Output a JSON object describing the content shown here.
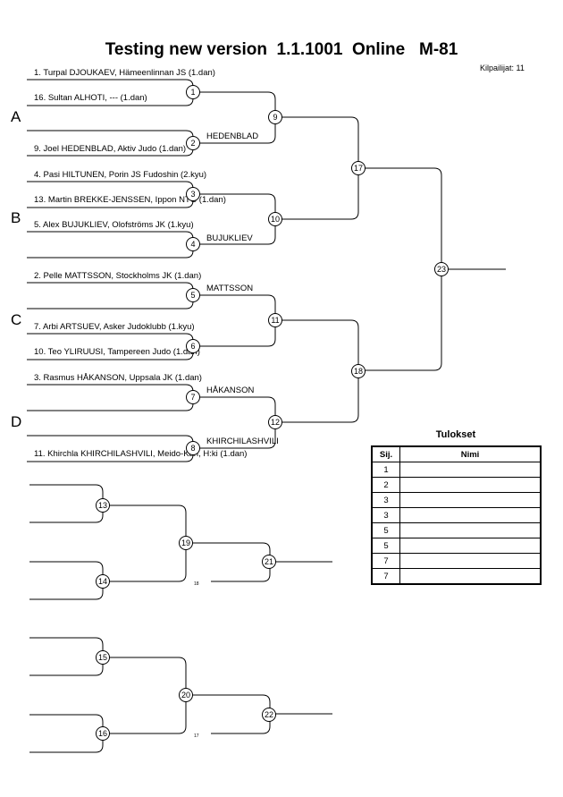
{
  "header": {
    "title": "Testing new version  1.1.1001  Online   M-81",
    "competitors": "Kilpailijat: 11"
  },
  "pools": [
    "A",
    "B",
    "C",
    "D"
  ],
  "competitors": [
    "1. Turpal DJOUKAEV, Hämeenlinnan JS (1.dan)",
    "16. Sultan ALHOTI, --- (1.dan)",
    "9. Joel HEDENBLAD, Aktiv Judo (1.dan)",
    "4. Pasi HILTUNEN, Porin JS Fudoshin (2.kyu)",
    "13. Martin BREKKE-JENSSEN, Ippon NTG (1.dan)",
    "5. Alex BUJUKLIEV, Olofströms JK (1.kyu)",
    "2. Pelle MATTSSON, Stockholms JK (1.dan)",
    "7. Arbi ARTSUEV, Asker Judoklubb (1.kyu)",
    "10. Teo YLIRUUSI, Tampereen Judo (1.dan)",
    "3. Rasmus HÅKANSON, Uppsala JK (1.dan)",
    "11. Khirchla KHIRCHILASHVILI, Meido-Kan, H:ki (1.dan)"
  ],
  "winners": [
    "HEDENBLAD",
    "BUJUKLIEV",
    "MATTSSON",
    "HÅKANSON",
    "KHIRCHILASHVILI"
  ],
  "matches": [
    "1",
    "2",
    "3",
    "4",
    "5",
    "6",
    "7",
    "8",
    "9",
    "10",
    "11",
    "12",
    "13",
    "14",
    "15",
    "16",
    "17",
    "18",
    "19",
    "20",
    "21",
    "22",
    "23"
  ],
  "repechage_notes": [
    "18",
    "17"
  ],
  "results": {
    "title": "Tulokset",
    "col_rank": "Sij.",
    "col_name": "Nimi",
    "ranks": [
      "1",
      "2",
      "3",
      "3",
      "5",
      "5",
      "7",
      "7"
    ]
  }
}
